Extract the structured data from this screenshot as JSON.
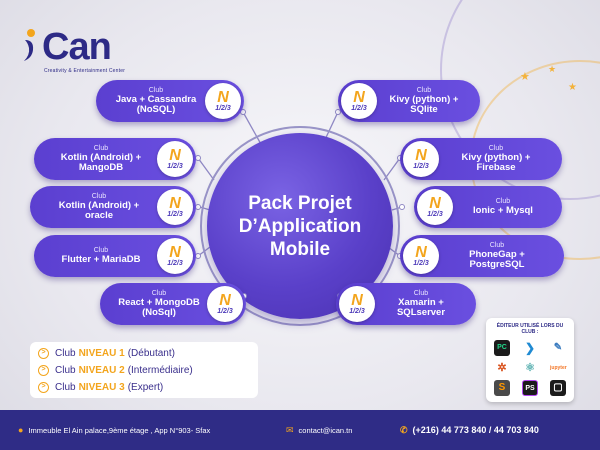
{
  "brand": {
    "name": "Can",
    "tagline": "Creativity & Entertainment Center"
  },
  "center": {
    "title": "Pack Projet D’Application Mobile"
  },
  "badge": {
    "letter": "N",
    "levels": "1/2/3"
  },
  "clubs_left": [
    {
      "club": "Club",
      "tech": "Java + Cassandra (NoSQL)"
    },
    {
      "club": "Club",
      "tech": "Kotlin (Android) + MangoDB"
    },
    {
      "club": "Club",
      "tech": "Kotlin (Android) + oracle"
    },
    {
      "club": "Club",
      "tech": "Flutter + MariaDB"
    },
    {
      "club": "Club",
      "tech": "React + MongoDB (NoSql)"
    }
  ],
  "clubs_right": [
    {
      "club": "Club",
      "tech": "Kivy (python) + SQlite"
    },
    {
      "club": "Club",
      "tech": "Kivy (python) + Firebase"
    },
    {
      "club": "Club",
      "tech": "Ionic + Mysql"
    },
    {
      "club": "Club",
      "tech": "PhoneGap + PostgreSQL"
    },
    {
      "club": "Club",
      "tech": "Xamarin + SQLserver"
    }
  ],
  "levels": [
    {
      "prefix": "Club",
      "level": "NIVEAU 1",
      "suffix": "(Débutant)"
    },
    {
      "prefix": "Club",
      "level": "NIVEAU 2",
      "suffix": "(Intermédiaire)"
    },
    {
      "prefix": "Club",
      "level": "NIVEAU 3",
      "suffix": "(Expert)"
    }
  ],
  "editors": {
    "title": "ÉDITEUR UTILISÉ LORS DU CLUB :",
    "icons": [
      "pycharm-icon",
      "vscode-icon",
      "python-idle-icon",
      "eclipse-icon",
      "atom-icon",
      "jupyter-icon",
      "sublime-icon",
      "phpstorm-icon",
      "xcode-icon"
    ]
  },
  "footer": {
    "address": "Immeuble El Ain palace,9ème étage , App N°903- Sfax",
    "email": "contact@ican.tn",
    "phone": "(+216) 44 773 840 / 44 703 840"
  },
  "colors": {
    "primary": "#5b3fd0",
    "accent": "#f3a51d",
    "navy": "#2f2c86"
  }
}
